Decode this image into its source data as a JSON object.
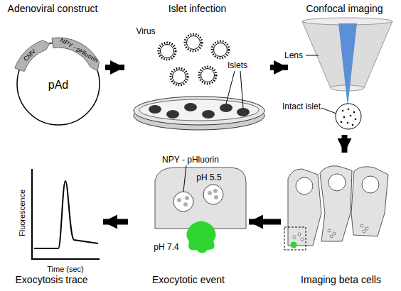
{
  "diagram": {
    "nodes": [
      {
        "text": [
          "Adenoviral construct"
        ]
      },
      {
        "text": [
          "Islet infection"
        ]
      },
      {
        "text": [
          "Confocal imaging"
        ]
      },
      {
        "text": [
          "Exocytosis trace"
        ]
      },
      {
        "text": [
          "Exocytotic event"
        ]
      },
      {
        "text": [
          "Imaging beta cells"
        ]
      }
    ],
    "edges": [
      {
        "from": 0,
        "to": 1,
        "arrow": "to"
      },
      {
        "from": 1,
        "to": 2,
        "arrow": "to"
      },
      {
        "from": 2,
        "to": 5,
        "arrow": "to"
      },
      {
        "from": 5,
        "to": 4,
        "arrow": "to"
      },
      {
        "from": 4,
        "to": 3,
        "arrow": "to"
      }
    ],
    "labels": [
      "CMV",
      "NPY - pHluorin",
      "pAd",
      "Virus",
      "Islets",
      "Lens",
      "Intact islet",
      "NPY - pHluorin",
      "pH 5.5",
      "pH 7.4",
      "Fluorescence",
      "Time (sec)"
    ]
  }
}
